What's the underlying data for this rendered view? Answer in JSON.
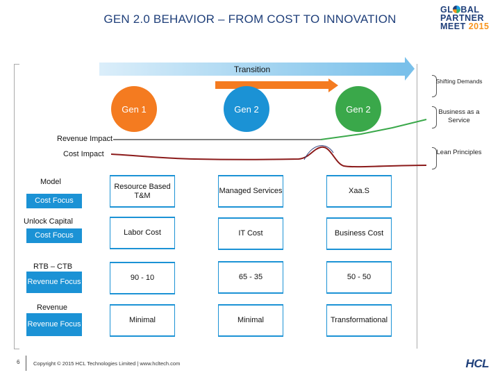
{
  "title": "GEN 2.0 BEHAVIOR – FROM COST TO INNOVATION",
  "logo": {
    "line1_a": "GL",
    "line1_b": "BAL",
    "line2": "PARTNER",
    "line3_a": "MEET ",
    "year": "2015"
  },
  "transition_label": "Transition",
  "generations": {
    "gen1": "Gen 1",
    "gen2_a": "Gen 2",
    "gen2_b": "Gen 2"
  },
  "right_labels": {
    "shifting": "Shifting Demands",
    "baas": "Business as a Service",
    "lean": "Lean Principles"
  },
  "impact": {
    "revenue": "Revenue Impact",
    "cost": "Cost Impact"
  },
  "rows": {
    "model_label": "Model",
    "model_focus": "Cost Focus",
    "unlock_label": "Unlock Capital",
    "unlock_focus": "Cost Focus",
    "rtb_label": "RTB – CTB",
    "rtb_focus": "Revenue Focus",
    "revenue_label": "Revenue",
    "revenue_focus": "Revenue Focus"
  },
  "grid": {
    "r1": [
      "Resource Based T&M",
      "Managed Services",
      "Xaa.S"
    ],
    "r2": [
      "Labor Cost",
      "IT Cost",
      "Business Cost"
    ],
    "r3": [
      "90 - 10",
      "65 - 35",
      "50 - 50"
    ],
    "r4": [
      "Minimal",
      "Minimal",
      "Transformational"
    ]
  },
  "footer": {
    "page": "6",
    "copyright": "Copyright © 2015 HCL Technologies Limited  |  www.hcltech.com",
    "brand": "HCL"
  },
  "colors": {
    "blue": "#1b92d5",
    "orange": "#f47b20",
    "green": "#3aa84a",
    "navy": "#1f3f7a"
  }
}
